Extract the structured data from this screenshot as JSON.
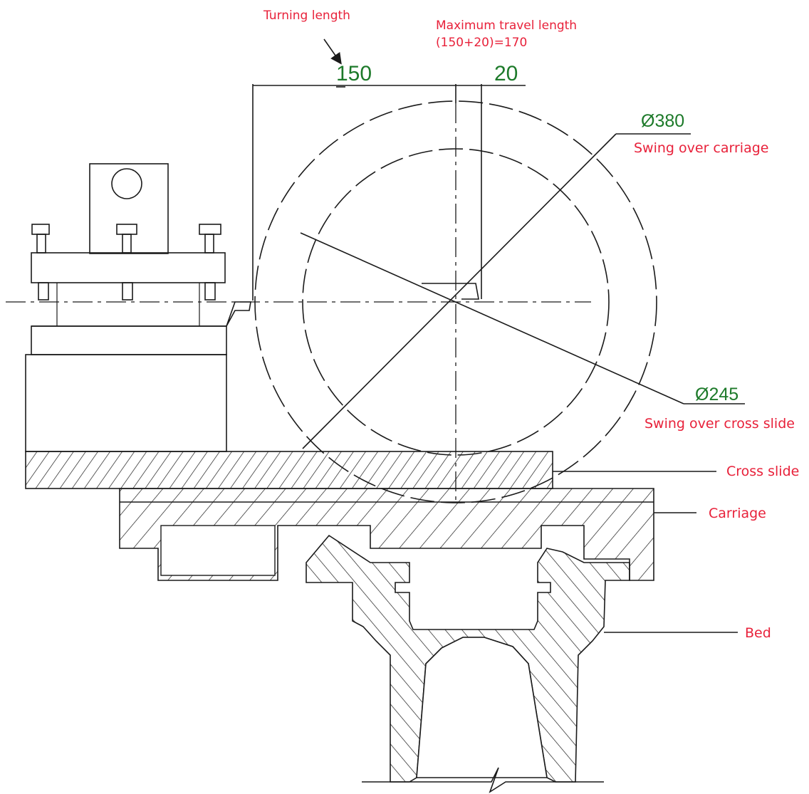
{
  "labels": {
    "turning_length": "Turning length",
    "max_travel_line1": "Maximum travel length",
    "max_travel_line2": "(150+20)=170",
    "swing_carriage": "Swing over carriage",
    "swing_cross_slide": "Swing over cross slide",
    "cross_slide": "Cross slide",
    "carriage": "Carriage",
    "bed": "Bed"
  },
  "dimensions": {
    "d150": "150",
    "d20": "20",
    "dia380": "Ø380",
    "dia245": "Ø245"
  },
  "colors": {
    "label": "#e8213a",
    "dimension": "#1d7a2a",
    "line": "#1a1a1a"
  }
}
